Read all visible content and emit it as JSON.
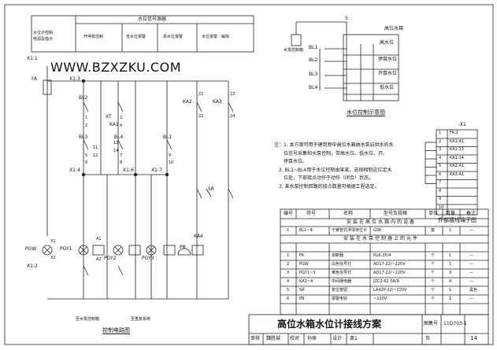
{
  "signal_table": {
    "title": "水位信号源器",
    "headers": [
      "水位计控制\n电源及指示",
      "开停泵控制",
      "低水位报警",
      "高水位报警",
      "水位报警／解除"
    ]
  },
  "watermark": "WWW.BZXZKU.COM",
  "circuit": {
    "nodes": [
      "X1:1",
      "X1:3",
      "X1:4",
      "X1:6",
      "X1:7",
      "X1:2"
    ],
    "fuse": "FA",
    "probes": [
      "BL2",
      "BL3",
      "BL4",
      "BL1"
    ],
    "relays": [
      "KA1",
      "KA2",
      "KA3",
      "KA4"
    ],
    "devices": [
      "PGW",
      "PGY1",
      "PGY2",
      "PGY3",
      "PB",
      "SR",
      "XT"
    ],
    "terminal_numbers": [
      "1",
      "2",
      "3",
      "4",
      "5",
      "6",
      "7",
      "8",
      "9",
      "10",
      "11",
      "12",
      "13",
      "14",
      "21",
      "22",
      "23",
      "24",
      "A1",
      "A2",
      "X1",
      "X2"
    ],
    "bottom_labels": [
      "至水泵控制箱",
      "至重复系统"
    ],
    "caption": "控制电路图"
  },
  "tank": {
    "pump_box": "水泵控制箱",
    "tank_title": "高位水箱",
    "probes": [
      "BL1",
      "BL2",
      "BL3",
      "BL4"
    ],
    "levels": [
      "高水位",
      "停泵水位",
      "开泵水位",
      "低水位"
    ],
    "wire_count": "5",
    "caption": "水位控制示意图"
  },
  "terminal_strip": {
    "header": "-X1",
    "rows": [
      {
        "n": "1",
        "t": "FA:2"
      },
      {
        "n": "2",
        "t": "KA1:A1"
      },
      {
        "n": "3",
        "t": "KA1:13"
      },
      {
        "n": "4",
        "t": "KA1:14"
      },
      {
        "n": "5",
        "t": "KA2:A1"
      },
      {
        "n": "6",
        "t": "KA3:A1"
      },
      {
        "n": "7",
        "t": ""
      },
      {
        "n": "8",
        "t": ""
      },
      {
        "n": "9",
        "t": ""
      },
      {
        "n": "10",
        "t": ""
      }
    ],
    "caption": "外部接线端子图"
  },
  "notes": [
    "注：1. 本方案可用于建筑物中高位水箱由水泵启供水的水",
    "位信号采集和水泵控制，带高水位、低水位、开、",
    "停泵水位。",
    "2. BL1~BL4用于水位控制由某某，选择相制这位定水",
    "位处，下部接点动作于动作（闭合）状态。",
    "3. 某水泵控制回路的接点数量可根据工程选定。"
  ],
  "parts_table": {
    "headers": [
      "编号",
      "符号",
      "名称",
      "型号及规格",
      "单位",
      "数量",
      "备注"
    ],
    "group1": "安装在高位水箱内的设备",
    "group2": "安装在水泵控制器上的元件",
    "rows1": [
      {
        "n": "1",
        "sym": "BL1~4",
        "name": "干簧管式浮球液位计",
        "model": "GSK",
        "unit": "套",
        "qty": "1",
        "note": "—"
      }
    ],
    "rows2": [
      {
        "n": "1",
        "sym": "FA",
        "name": "熔断器",
        "model": "RL6-25/4",
        "unit": "个",
        "qty": "1",
        "note": "—"
      },
      {
        "n": "2",
        "sym": "PGW",
        "name": "白色信号灯",
        "model": "AD17-22/~220V",
        "unit": "个",
        "qty": "1",
        "note": "—"
      },
      {
        "n": "3",
        "sym": "PGY1~3",
        "name": "黄色信号灯",
        "model": "AD17-22/~220V",
        "unit": "个",
        "qty": "3",
        "note": "—"
      },
      {
        "n": "4",
        "sym": "KA1~4",
        "name": "中间继电器",
        "model": "JZC2-62 0A/9",
        "unit": "个",
        "qty": "4",
        "note": "—"
      },
      {
        "n": "5",
        "sym": "SR",
        "name": "复位按钮",
        "model": "LA42P-22/~220V",
        "unit": "个",
        "qty": "1",
        "note": "黑色"
      },
      {
        "n": "6",
        "sym": "PB",
        "name": "报警电铃",
        "model": "~220V",
        "unit": "个",
        "qty": "1",
        "note": "—"
      }
    ]
  },
  "title_block": {
    "title": "高位水箱水位计接线方案",
    "atlas_label": "图集号",
    "atlas_no": "11D703-1",
    "page_label": "页",
    "page_no": "14",
    "row": [
      "审核",
      "魏胜城",
      "校对",
      "孙原",
      "设计",
      "袁1"
    ]
  }
}
